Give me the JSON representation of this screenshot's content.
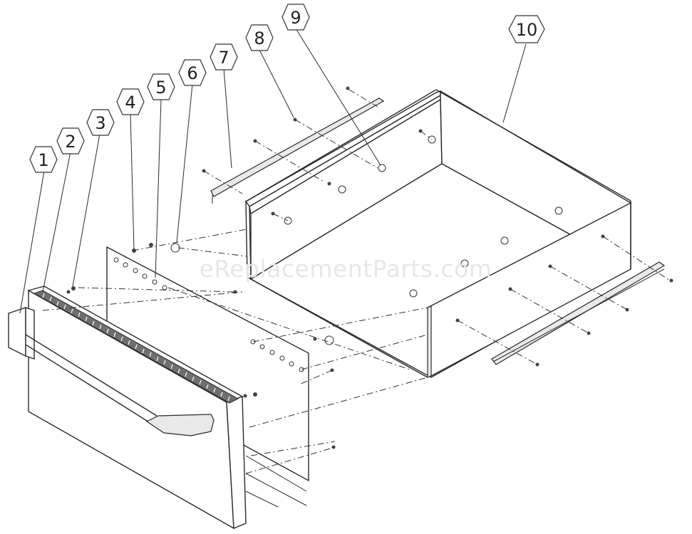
{
  "watermark": "eReplacementParts.com",
  "callouts": [
    "1",
    "2",
    "3",
    "4",
    "5",
    "6",
    "7",
    "8",
    "9",
    "10"
  ]
}
